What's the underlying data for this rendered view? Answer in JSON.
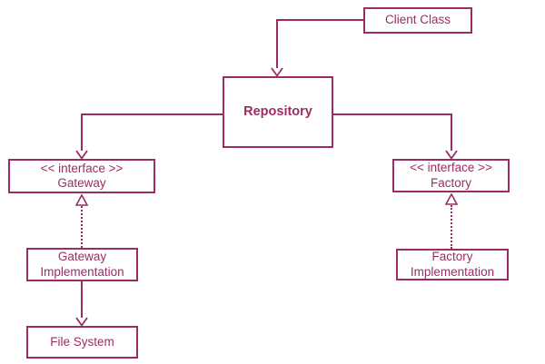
{
  "diagram_type": "uml-class-diagram",
  "colors": {
    "accent": "#9B2D64",
    "background": "#ffffff",
    "box_fill": "#ffffff"
  },
  "nodes": {
    "client_class": {
      "label": "Client Class"
    },
    "repository": {
      "label": "Repository"
    },
    "gateway_interface": {
      "stereotype": "<< interface >>",
      "name": "Gateway"
    },
    "factory_interface": {
      "stereotype": "<< interface >>",
      "name": "Factory"
    },
    "gateway_implementation": {
      "line1": "Gateway",
      "line2": "Implementation"
    },
    "factory_implementation": {
      "line1": "Factory",
      "line2": "Implementation"
    },
    "file_system": {
      "label": "File System"
    }
  },
  "edges": [
    {
      "from": "client_class",
      "to": "repository",
      "style": "solid",
      "arrow": "open-v"
    },
    {
      "from": "repository",
      "to": "gateway_interface",
      "style": "solid",
      "arrow": "open-v"
    },
    {
      "from": "repository",
      "to": "factory_interface",
      "style": "solid",
      "arrow": "open-v"
    },
    {
      "from": "gateway_implementation",
      "to": "gateway_interface",
      "style": "dotted",
      "arrow": "hollow-triangle"
    },
    {
      "from": "factory_implementation",
      "to": "factory_interface",
      "style": "dotted",
      "arrow": "hollow-triangle"
    },
    {
      "from": "gateway_implementation",
      "to": "file_system",
      "style": "solid",
      "arrow": "open-v"
    }
  ]
}
